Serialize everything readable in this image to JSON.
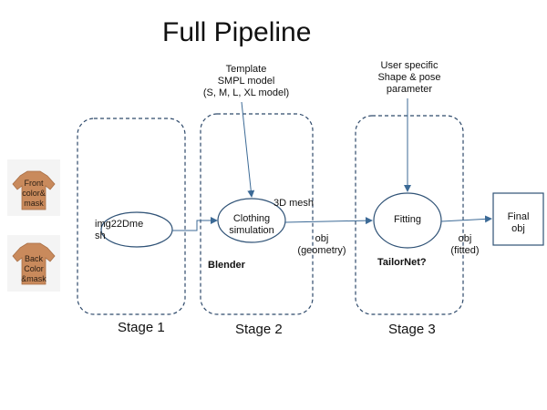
{
  "title": "Full Pipeline",
  "inputs": {
    "front": "Front\ncolor&\nmask",
    "back": "Back\nColor\n&mask"
  },
  "nodes": {
    "img2mesh": "img22Dme\nsh",
    "clothing": "Clothing\nsimulation",
    "fitting": "Fitting",
    "final": "Final\nobj"
  },
  "annotations": {
    "template": "Template\nSMPL model\n(S, M, L, XL model)",
    "user_param": "User specific\nShape & pose\nparameter",
    "mesh3d": "3D mesh",
    "obj_geometry": "obj\n(geometry)",
    "obj_fitted": "obj\n(fitted)",
    "blender": "Blender",
    "tailornet": "TailorNet?"
  },
  "stages": {
    "s1": "Stage 1",
    "s2": "Stage 2",
    "s3": "Stage 3"
  },
  "colors": {
    "stage_border": "#2f4a6b",
    "node_border": "#2f5276",
    "arrow": "#3c6a96",
    "shirt": "#c98a5c"
  }
}
